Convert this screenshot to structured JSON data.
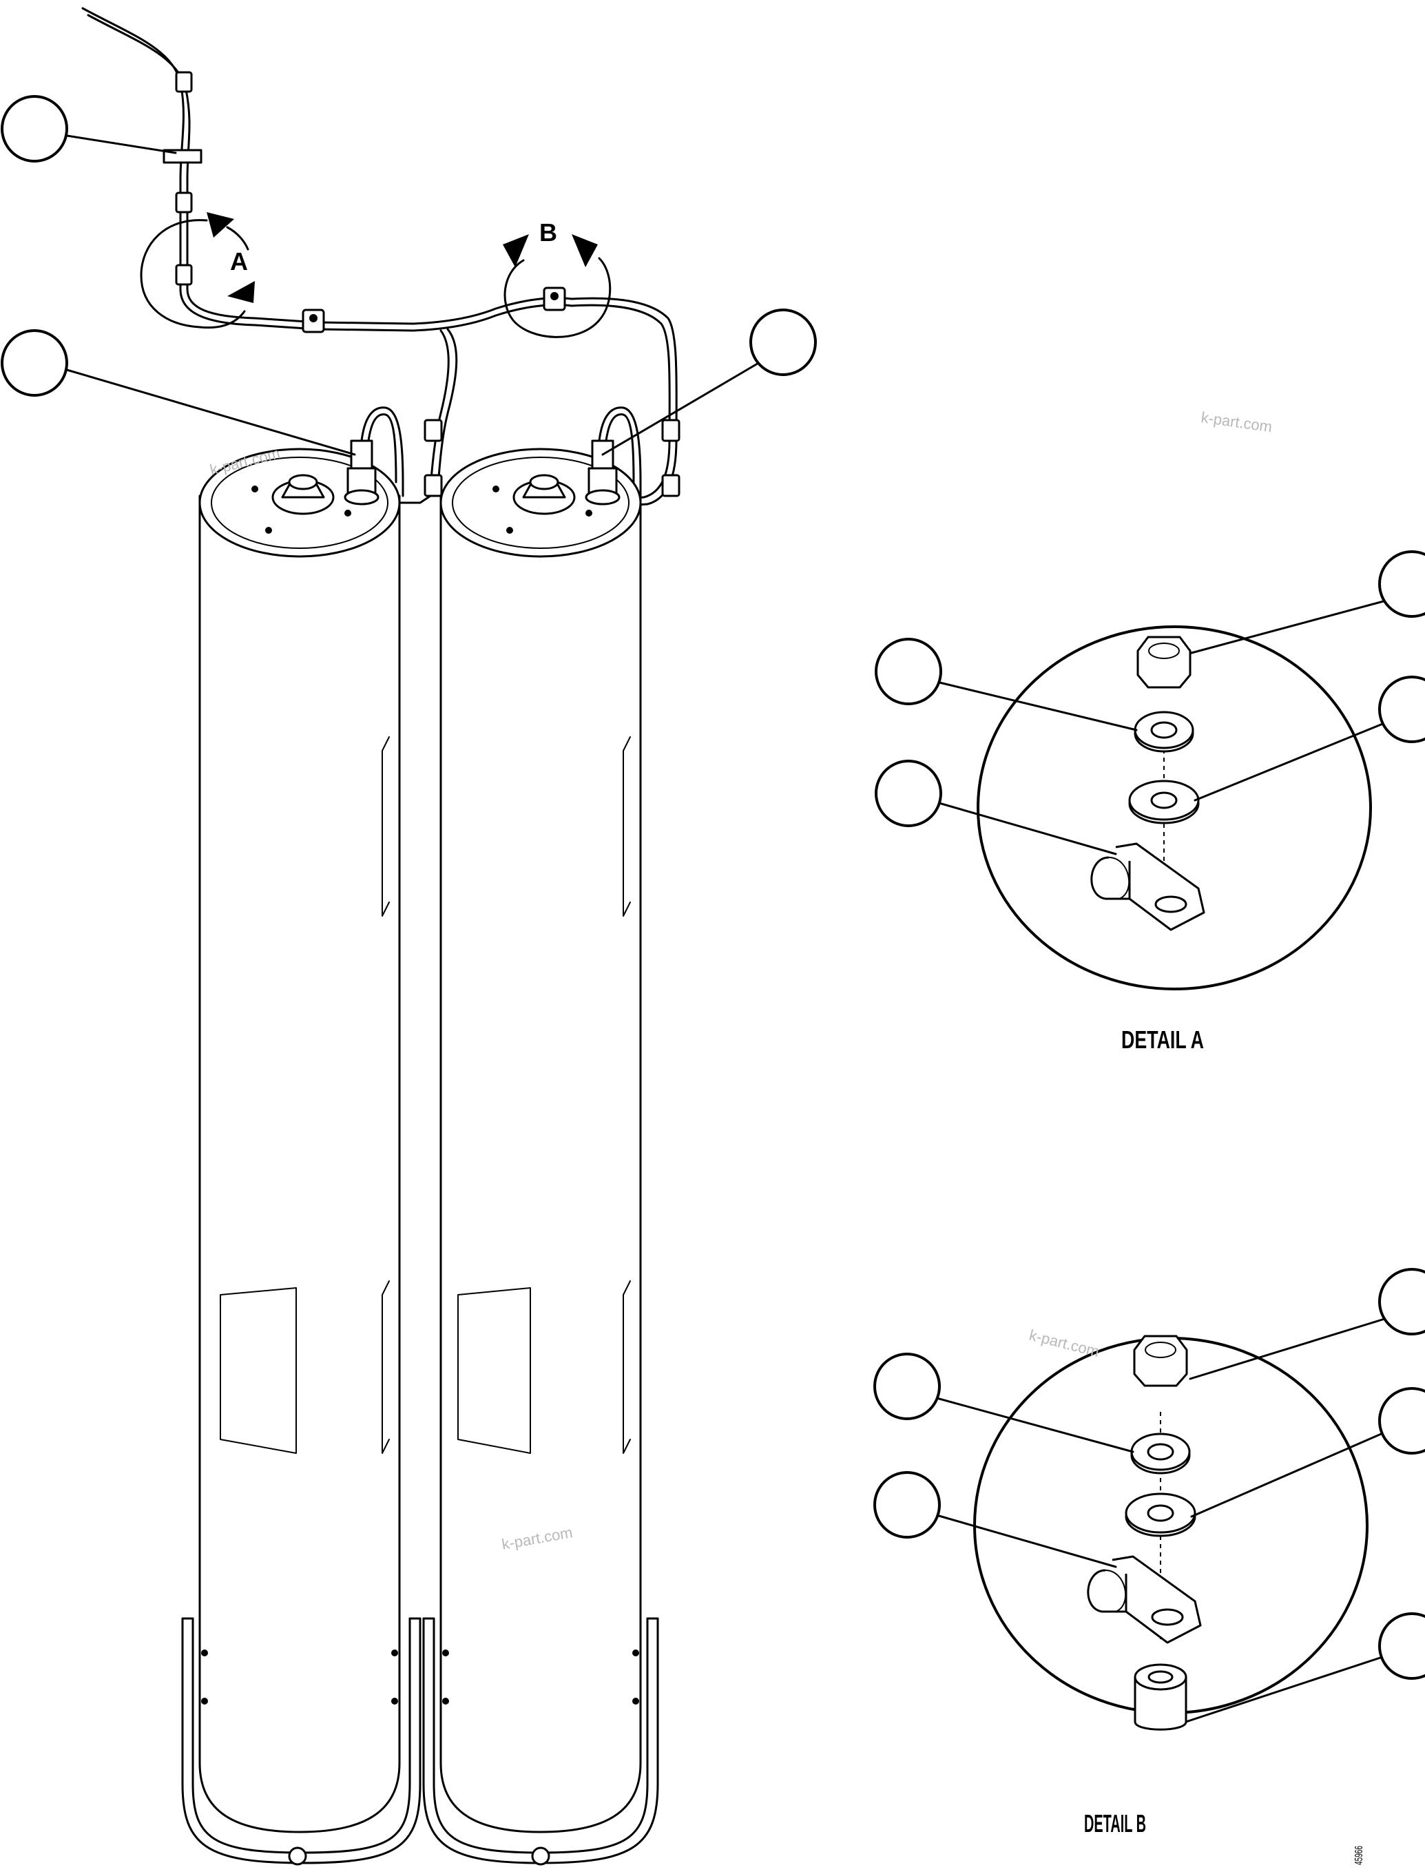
{
  "detail_refs": {
    "a": "A",
    "b": "B"
  },
  "detail_titles": {
    "a": "DETAIL A",
    "b": "DETAIL B"
  },
  "watermarks": [
    "k-part.com",
    "k-part.com",
    "k-part.com",
    "k-part.com"
  ],
  "figure_number": "45966",
  "callouts": {
    "main_top": "",
    "main_left": "",
    "main_right": "",
    "detail_a": [
      "",
      "",
      "",
      ""
    ],
    "detail_b": [
      "",
      "",
      "",
      "",
      ""
    ]
  }
}
